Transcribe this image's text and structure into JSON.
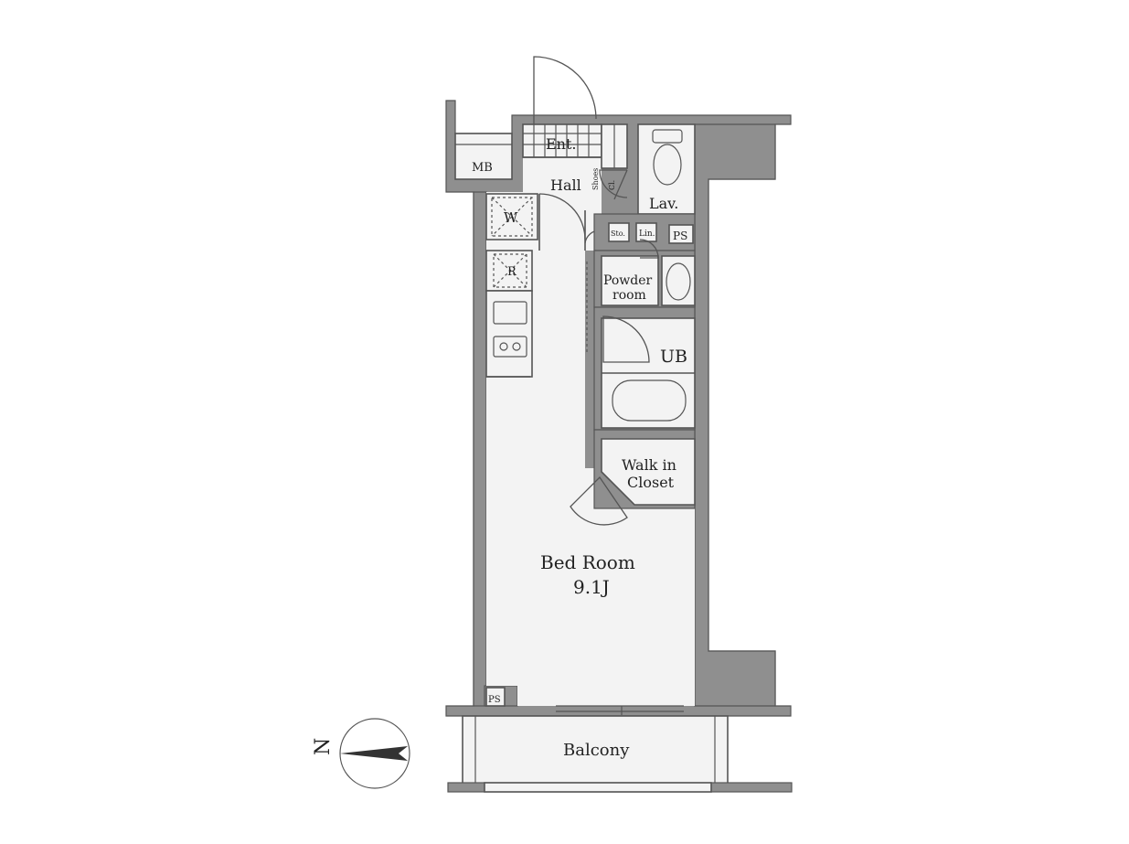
{
  "rooms": {
    "entrance": "Ent.",
    "hall": "Hall",
    "shoes_closet_line1": "Shoes",
    "shoes_closet_line2": "Cl.",
    "lavatory": "Lav.",
    "mail_box": "MB",
    "washer": "W",
    "refrigerator": "R",
    "storage": "Sto.",
    "linen": "Lin.",
    "pipe_space_upper": "PS",
    "powder_room_line1": "Powder",
    "powder_room_line2": "room",
    "unit_bath": "UB",
    "walk_in_closet_line1": "Walk in",
    "walk_in_closet_line2": "Closet",
    "bedroom_name": "Bed Room",
    "bedroom_size": "9.1J",
    "pipe_space_lower": "PS",
    "balcony": "Balcony"
  },
  "compass": {
    "direction_label": "N"
  },
  "colors": {
    "wall": "#8f8f8f",
    "floor": "#f3f3f3",
    "line": "#555555"
  }
}
